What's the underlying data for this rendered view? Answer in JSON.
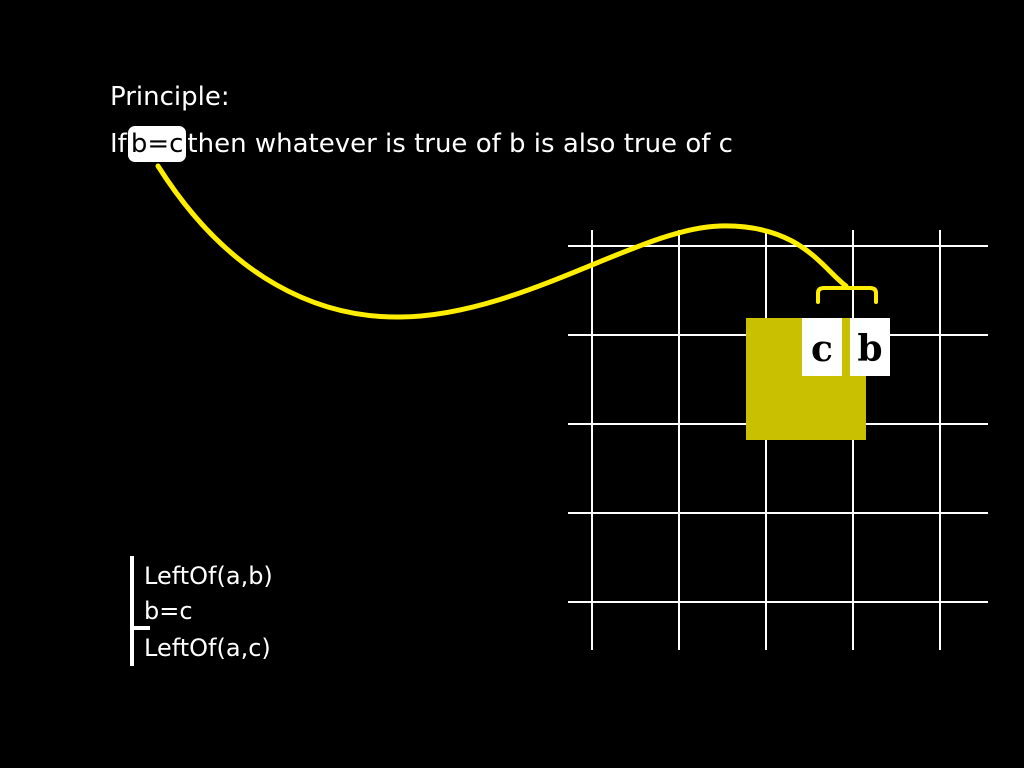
{
  "principle": {
    "title": "Principle:",
    "prefix": "If",
    "highlight": "b=c",
    "suffix": "then whatever is true of b is also true of c"
  },
  "proof": {
    "premise_1": "LeftOf(a,b)",
    "premise_2": "b=c",
    "conclusion": "LeftOf(a,c)"
  },
  "world": {
    "label_c": "c",
    "label_b": "b",
    "object_color": "#c8c000"
  },
  "colors": {
    "background": "#000000",
    "text": "#ffffff",
    "connector": "#ffee00",
    "grid": "#ffffff"
  }
}
